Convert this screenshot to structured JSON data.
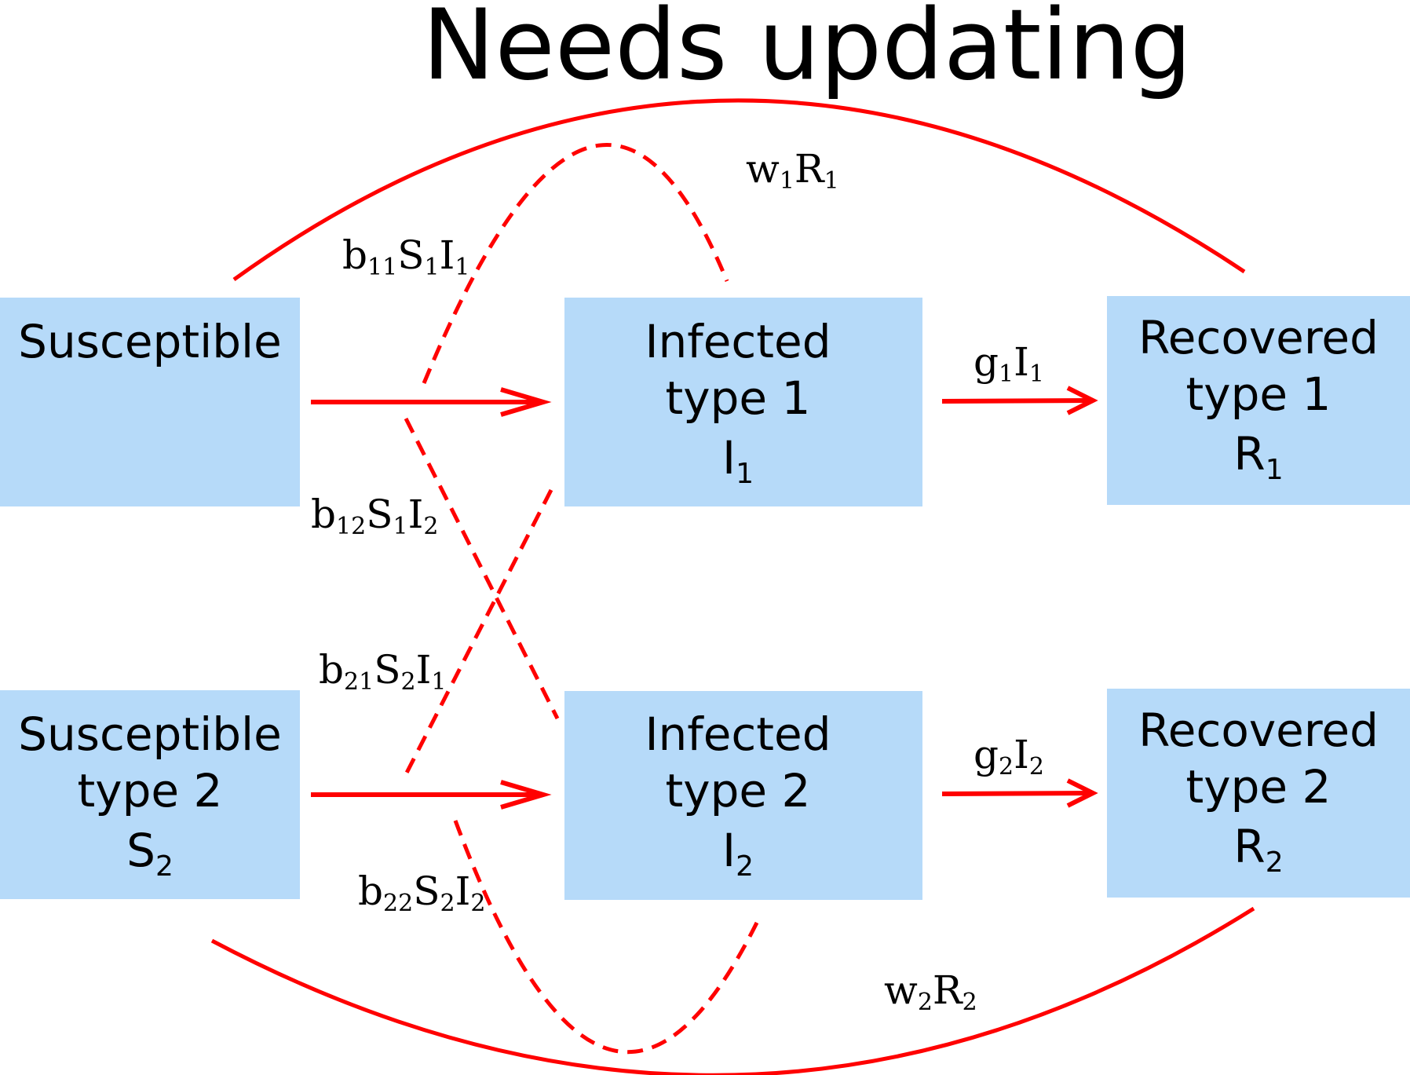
{
  "title": "Needs updating",
  "nodes": {
    "s1": {
      "line1": "Susceptible"
    },
    "i1": {
      "line1": "Infected",
      "line2": "type 1",
      "sym": "I",
      "sub": "1"
    },
    "r1": {
      "line1": "Recovered",
      "line2": "type 1",
      "sym": "R",
      "sub": "1"
    },
    "s2": {
      "line1": "Susceptible",
      "line2": "type 2",
      "sym": "S",
      "sub": "2"
    },
    "i2": {
      "line1": "Infected",
      "line2": "type 2",
      "sym": "I",
      "sub": "2"
    },
    "r2": {
      "line1": "Recovered",
      "line2": "type 2",
      "sym": "R",
      "sub": "2"
    }
  },
  "rates": {
    "w1R1": {
      "a": "w",
      "as": "1",
      "b": "R",
      "bs": "1"
    },
    "w2R2": {
      "a": "w",
      "as": "2",
      "b": "R",
      "bs": "2"
    },
    "g1I1": {
      "a": "g",
      "as": "1",
      "b": "I",
      "bs": "1"
    },
    "g2I2": {
      "a": "g",
      "as": "2",
      "b": "I",
      "bs": "2"
    },
    "b11S1I1": {
      "a": "b",
      "as": "11",
      "b": "S",
      "bs": "1",
      "c": "I",
      "cs": "1"
    },
    "b12S1I2": {
      "a": "b",
      "as": "12",
      "b": "S",
      "bs": "1",
      "c": "I",
      "cs": "2"
    },
    "b21S2I1": {
      "a": "b",
      "as": "21",
      "b": "S",
      "bs": "2",
      "c": "I",
      "cs": "1"
    },
    "b22S2I2": {
      "a": "b",
      "as": "22",
      "b": "S",
      "bs": "2",
      "c": "I",
      "cs": "2"
    }
  },
  "colors": {
    "box": "#b6daf9",
    "edge": "#ff0000",
    "text": "#000000"
  }
}
